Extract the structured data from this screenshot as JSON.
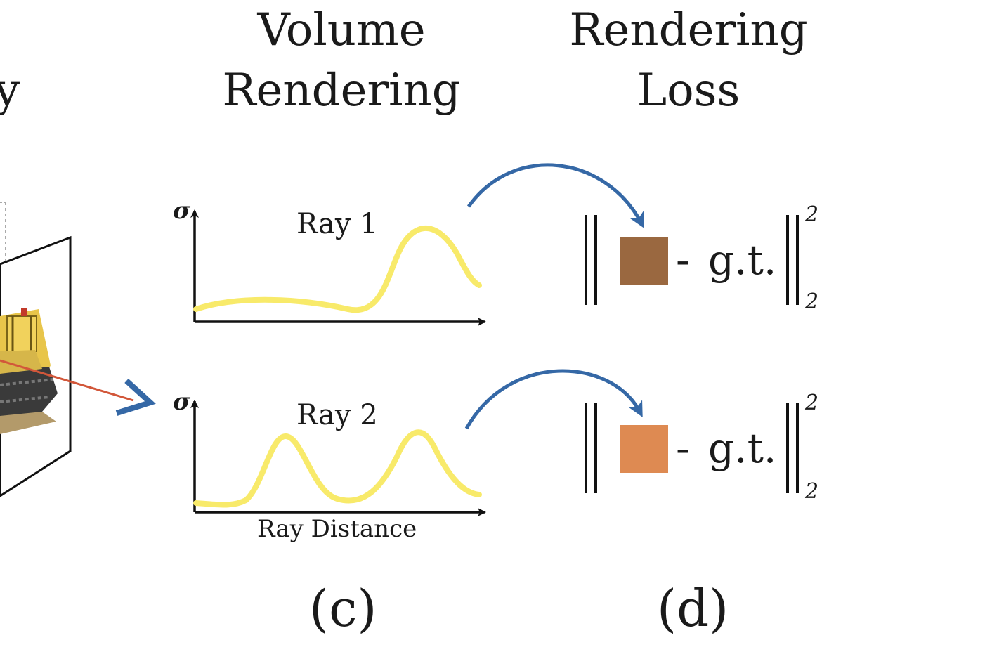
{
  "headings": {
    "partial_left": "y",
    "volume_line1": "Volume",
    "volume_line2": "Rendering",
    "loss_line1": "Rendering",
    "loss_line2": "Loss"
  },
  "panel_c": {
    "ray1_label": "Ray 1",
    "ray2_label": "Ray 2",
    "y_axis_symbol": "σ",
    "x_axis_label": "Ray Distance",
    "caption": "(c)"
  },
  "panel_d": {
    "rows": [
      {
        "minus": "-",
        "gt_label": "g.t.",
        "superscript": "2",
        "subscript": "2",
        "swatch_color": "#9a6840"
      },
      {
        "minus": "-",
        "gt_label": "g.t.",
        "superscript": "2",
        "subscript": "2",
        "swatch_color": "#de8a52"
      }
    ],
    "caption": "(d)"
  },
  "colors": {
    "curve": "#f8ea6a",
    "arrow": "#3568a6",
    "ray_line": "#d2573a",
    "axis": "#111111"
  }
}
